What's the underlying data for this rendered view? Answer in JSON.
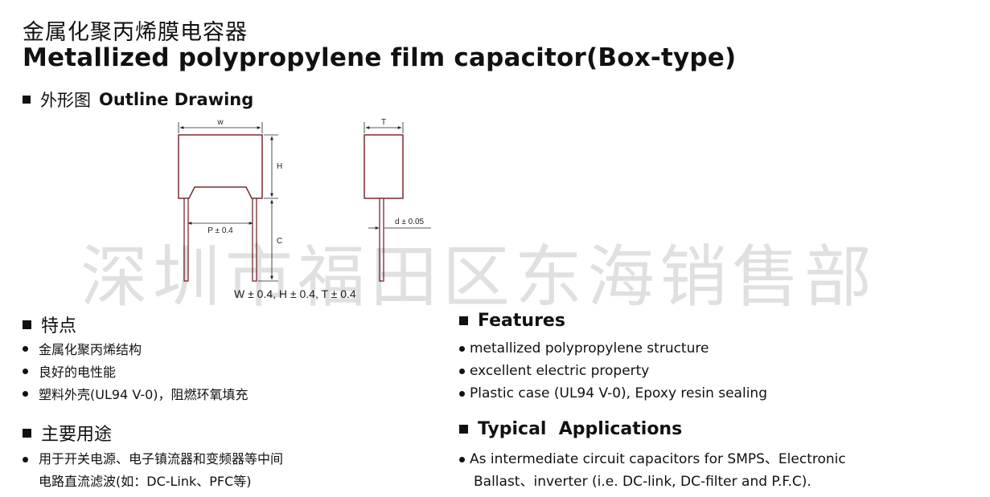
{
  "header": {
    "title_cn": "金属化聚丙烯膜电容器",
    "title_en": "Metallized polypropylene film capacitor(Box-type)"
  },
  "outline": {
    "heading_cn": "外形图",
    "heading_en": "Outline Drawing",
    "label_w": "w",
    "label_h": "H",
    "label_t": "T",
    "label_p": "P ± 0.4",
    "label_c": "C",
    "label_d": "d ± 0.05",
    "tolerance": "W ± 0.4, H ± 0.4, T ± 0.4"
  },
  "watermark": "深圳市福田区东海销售部",
  "features_cn": {
    "heading": "特点",
    "items": [
      "金属化聚丙烯结构",
      "良好的电性能",
      "塑料外壳(UL94 V-0)，阻燃环氧填充"
    ]
  },
  "features_en": {
    "heading": "Features",
    "items": [
      "metallized polypropylene structure",
      "excellent electric property",
      "Plastic case (UL94 V-0), Epoxy resin sealing"
    ]
  },
  "applications_cn": {
    "heading": "主要用途",
    "line1": "用于开关电源、电子镇流器和变频器等中间",
    "line2": "电路直流滤波(如：DC-Link、PFC等)"
  },
  "applications_en": {
    "heading": "Typical  Applications",
    "line1": "As intermediate circuit capacitors for SMPS、Electronic",
    "line2": "Ballast、inverter (i.e. DC-link, DC-filter and P.F.C)."
  },
  "colors": {
    "text": "#111111",
    "capacitor_border": "#7a2a30",
    "capacitor_fill": "#ffffff"
  }
}
